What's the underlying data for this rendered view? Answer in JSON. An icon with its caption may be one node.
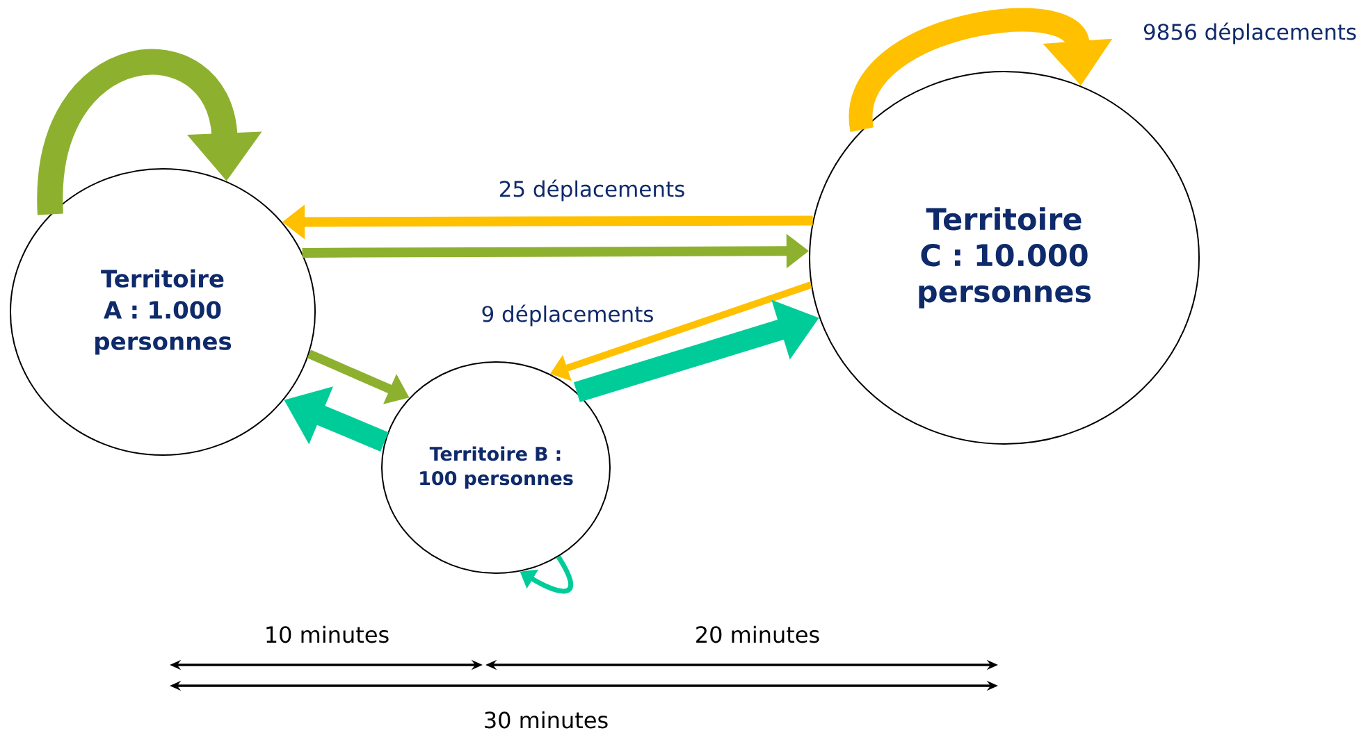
{
  "diagram": {
    "nodes": [
      {
        "text": [
          "Territoire A : 1.000 personnes"
        ]
      },
      {
        "text": [
          "Territoire B : 100 personnes"
        ]
      },
      {
        "text": [
          "Territoire C : 10.000 personnes"
        ]
      }
    ],
    "edges": [
      {
        "from": 0,
        "to": 0,
        "arrow": "to",
        "style": "thick",
        "color": "#8db12f"
      },
      {
        "from": 2,
        "to": 2,
        "arrow": "to",
        "style": "thick",
        "color": "#ffc000",
        "label": "9856 déplacements"
      },
      {
        "from": 2,
        "to": 0,
        "arrow": "to",
        "color": "#ffc000",
        "label": "25 déplacements"
      },
      {
        "from": 0,
        "to": 2,
        "arrow": "to",
        "color": "#8db12f"
      },
      {
        "from": 2,
        "to": 1,
        "arrow": "to",
        "color": "#ffc000",
        "label": "9 déplacements"
      },
      {
        "from": 1,
        "to": 2,
        "arrow": "to",
        "style": "thick",
        "color": "#00cc99"
      },
      {
        "from": 0,
        "to": 1,
        "arrow": "to",
        "color": "#8db12f"
      },
      {
        "from": 1,
        "to": 0,
        "arrow": "to",
        "style": "thick",
        "color": "#00cc99"
      },
      {
        "from": 1,
        "to": 1,
        "arrow": "to",
        "color": "#00cc99"
      }
    ],
    "labels": [
      "10 minutes",
      "20 minutes",
      "30 minutes"
    ]
  }
}
